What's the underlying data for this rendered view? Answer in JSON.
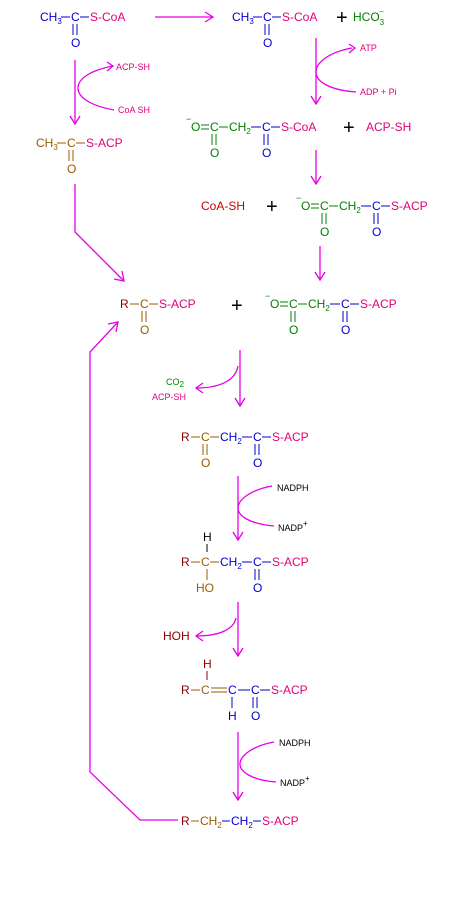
{
  "colors": {
    "arrow": "#e600e6",
    "blue": "#0000cc",
    "green": "#008000",
    "red": "#cc0000",
    "magenta": "#e0007a",
    "brown": "#9b5a00",
    "dark_red": "#8b0000",
    "black": "#000000"
  },
  "acetyl_coa": {
    "ch3": "CH",
    "ch3_sub": "3",
    "c": "C",
    "s_coa": "S-CoA",
    "o": "O"
  },
  "acetyl_coa_2": {
    "ch3": "CH",
    "ch3_sub": "3",
    "c": "C",
    "s_coa": "S-CoA",
    "o": "O"
  },
  "bicarbonate": {
    "plus": "+",
    "hco": "HCO",
    "sub": "3",
    "sup": "−"
  },
  "carboxylase": {
    "atp": "ATP",
    "adp": "ADP + Pi"
  },
  "transacylase": {
    "acp_sh": "ACP-SH",
    "coa_sh": "CoA SH"
  },
  "acetyl_acp": {
    "ch3": "CH",
    "ch3_sub": "3",
    "c": "C",
    "s_acp": "S-ACP",
    "o": "O"
  },
  "malonyl_coa": {
    "charge": "−",
    "o": "O",
    "c1": "C",
    "ch2": "CH",
    "ch2_sub": "2",
    "c2": "C",
    "s_coa": "S-CoA",
    "o1": "O",
    "o2": "O",
    "plus": "+",
    "acp_sh": "ACP-SH"
  },
  "malonyl_acp_1": {
    "coa_sh": "CoA-SH",
    "plus": "+",
    "charge": "−",
    "o": "O",
    "c1": "C",
    "ch2": "CH",
    "ch2_sub": "2",
    "c2": "C",
    "s_acp": "S-ACP",
    "o1": "O",
    "o2": "O"
  },
  "acyl_acp": {
    "r": "R",
    "c": "C",
    "s_acp": "S-ACP",
    "o": "O",
    "plus": "+"
  },
  "malonyl_acp_2": {
    "charge": "−",
    "o": "O",
    "c1": "C",
    "ch2": "CH",
    "ch2_sub": "2",
    "c2": "C",
    "s_acp": "S-ACP",
    "o1": "O",
    "o2": "O"
  },
  "condensation": {
    "co2": "CO",
    "co2_sub": "2",
    "acp_sh": "ACP-SH"
  },
  "ketoacyl": {
    "r": "R",
    "c1": "C",
    "ch2": "CH",
    "ch2_sub": "2",
    "c2": "C",
    "s_acp": "S-ACP",
    "o1": "O",
    "o2": "O"
  },
  "reduction_1": {
    "nadph": "NADPH",
    "nadp": "NADP",
    "nadp_sup": "+"
  },
  "hydroxyacyl": {
    "h": "H",
    "r": "R",
    "c1": "C",
    "ch2": "CH",
    "ch2_sub": "2",
    "c2": "C",
    "s_acp": "S-ACP",
    "ho": "HO",
    "o": "O"
  },
  "dehydration": {
    "hoh": "HOH"
  },
  "enoyl": {
    "h_top": "H",
    "r": "R",
    "c1": "C",
    "c2": "C",
    "c3": "C",
    "s_acp": "S-ACP",
    "h_bottom": "H",
    "o": "O"
  },
  "reduction_2": {
    "nadph": "NADPH",
    "nadp": "NADP",
    "nadp_sup": "+"
  },
  "elongated": {
    "r": "R",
    "ch2a": "CH",
    "sub_a": "2",
    "ch2b": "CH",
    "sub_b": "2",
    "s_acp": "S-ACP"
  }
}
